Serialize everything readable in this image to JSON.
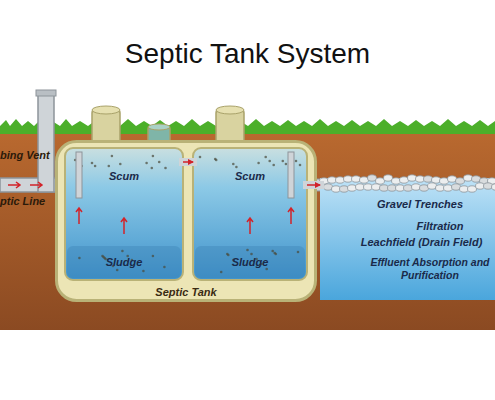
{
  "diagram": {
    "title": "Septic Tank System",
    "nodes": [
      {
        "text": [
          "Septic Tank"
        ]
      },
      {
        "text": [
          "Scum",
          "Sludge"
        ],
        "in": 0
      },
      {
        "text": [
          "Scum",
          "Sludge"
        ],
        "in": 0
      },
      {
        "text": [
          "Gravel Trenches",
          "Filtration",
          "Leachfield (Drain Field)",
          "Effluent Absorption and Purification"
        ]
      }
    ],
    "edges": [
      {
        "from": 1,
        "to": 2,
        "arrow": "to"
      },
      {
        "from": 2,
        "to": 3,
        "arrow": "to"
      }
    ],
    "labels": [
      "bing Vent",
      "ptic Line"
    ]
  }
}
